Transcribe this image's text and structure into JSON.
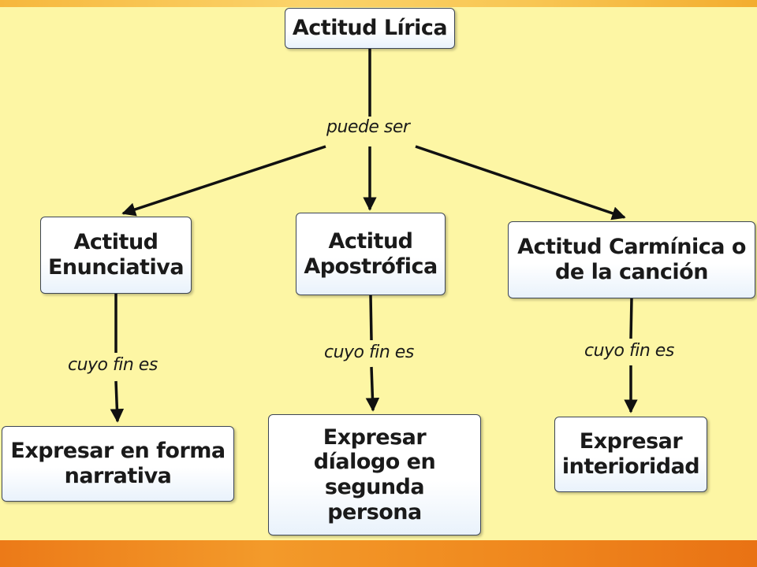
{
  "diagram": {
    "root": {
      "label": "Actitud Lírica"
    },
    "root_link": {
      "label": "puede ser"
    },
    "branches": [
      {
        "label": "Actitud Enunciativa",
        "link": "cuyo fin es",
        "result": "Expresar en forma narrativa"
      },
      {
        "label": "Actitud Apostrófica",
        "link": "cuyo fin es",
        "result": "Expresar díalogo en segunda persona"
      },
      {
        "label": "Actitud Carmínica o de la canción",
        "link": "cuyo fin es",
        "result": "Expresar interioridad"
      }
    ]
  },
  "colors": {
    "background": "#fdf6a4",
    "top_band": "#f8c653",
    "bottom_band": "#f08a1f",
    "node_fill": "#ffffff",
    "node_border": "#3d4656",
    "edge": "#111111"
  }
}
